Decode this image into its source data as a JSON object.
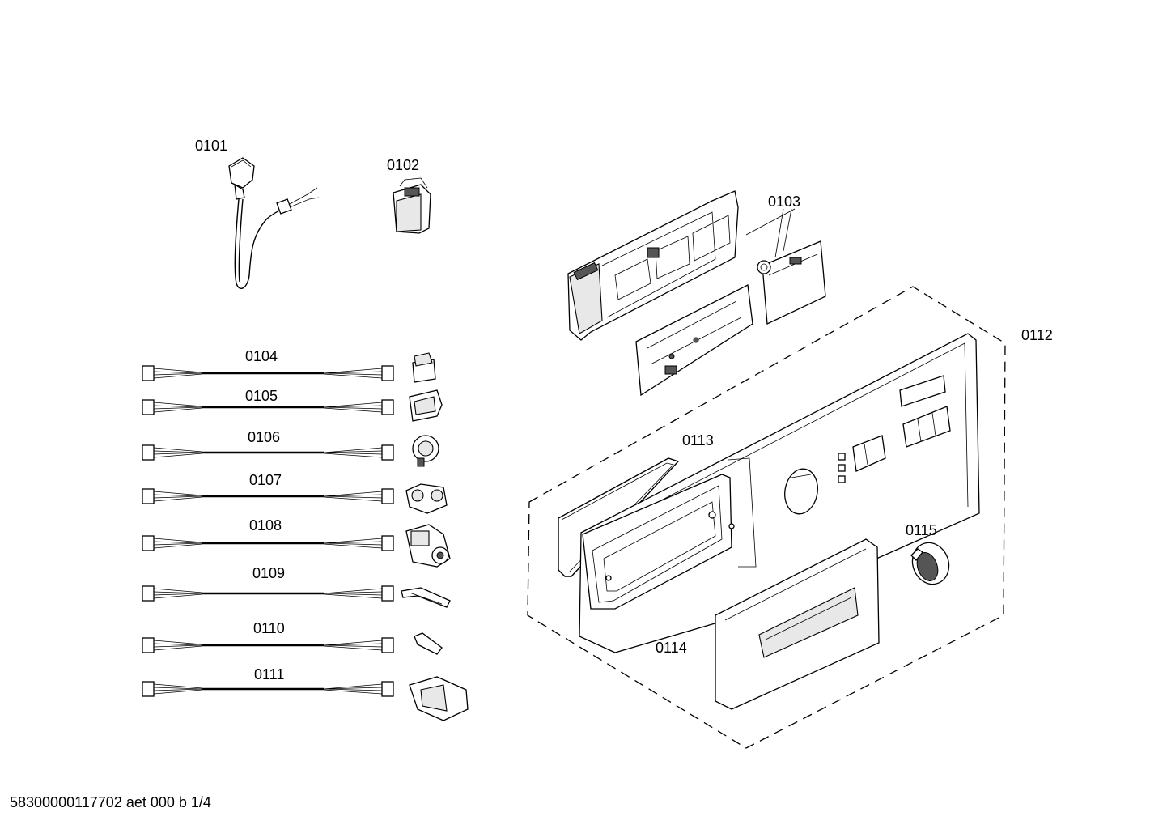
{
  "parts": [
    {
      "id": "0101",
      "label": "0101",
      "kind": "power-cord"
    },
    {
      "id": "0102",
      "label": "0102",
      "kind": "suppressor"
    },
    {
      "id": "0103",
      "label": "0103",
      "kind": "control-module"
    },
    {
      "id": "0104",
      "label": "0104",
      "kind": "cable-harness"
    },
    {
      "id": "0105",
      "label": "0105",
      "kind": "cable-harness"
    },
    {
      "id": "0106",
      "label": "0106",
      "kind": "cable-harness"
    },
    {
      "id": "0107",
      "label": "0107",
      "kind": "cable-harness"
    },
    {
      "id": "0108",
      "label": "0108",
      "kind": "cable-harness"
    },
    {
      "id": "0109",
      "label": "0109",
      "kind": "cable-harness"
    },
    {
      "id": "0110",
      "label": "0110",
      "kind": "cable-harness"
    },
    {
      "id": "0111",
      "label": "0111",
      "kind": "cable-harness"
    },
    {
      "id": "0112",
      "label": "0112",
      "kind": "control-panel-assembly"
    },
    {
      "id": "0113",
      "label": "0113",
      "kind": "seal"
    },
    {
      "id": "0114",
      "label": "0114",
      "kind": "panel-frame"
    },
    {
      "id": "0115",
      "label": "0115",
      "kind": "knob"
    }
  ],
  "footer": {
    "document_code": "58300000117702 aet 000 b 1/4"
  }
}
